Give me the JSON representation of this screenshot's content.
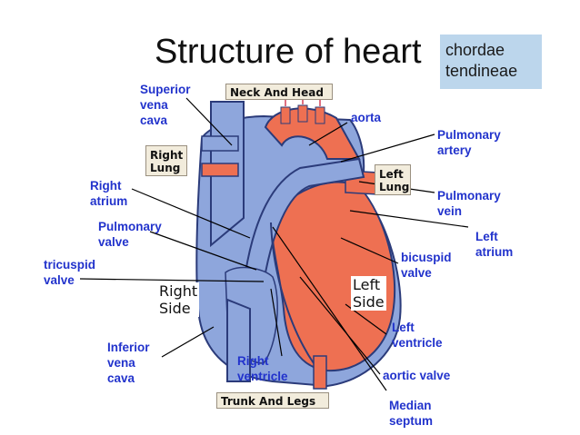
{
  "title": "Structure of heart",
  "callout": {
    "line1": "chordae",
    "line2": "tendineae"
  },
  "boxes": {
    "neck_head": "Neck And Head",
    "right_lung": "Right\nLung",
    "left_lung": "Left\nLung",
    "trunk_legs": "Trunk And Legs"
  },
  "sides": {
    "right": "Right\nSide",
    "left": "Left\nSide"
  },
  "labels": {
    "superior_vena_cava": "Superior\nvena\ncava",
    "aorta": "aorta",
    "pulmonary_artery": "Pulmonary\nartery",
    "right_atrium": "Right\natrium",
    "pulmonary_vein": "Pulmonary\nvein",
    "pulmonary_valve": "Pulmonary\nvalve",
    "left_atrium": "Left\natrium",
    "bicuspid_valve": "bicuspid\nvalve",
    "tricuspid_valve": "tricuspid\nvalve",
    "left_ventricle": "Left\nventricle",
    "inferior_vena_cava": "Inferior\nvena\ncava",
    "right_ventricle": "Right\nventricle",
    "aortic_valve": "aortic valve",
    "median_septum": "Median\nseptum"
  },
  "colors": {
    "oxygen_poor": "#8ea6dc",
    "oxygen_rich": "#ee7052",
    "outline": "#2b3b7a",
    "label": "#2233cc",
    "callout_bg": "#bcd6ec"
  }
}
